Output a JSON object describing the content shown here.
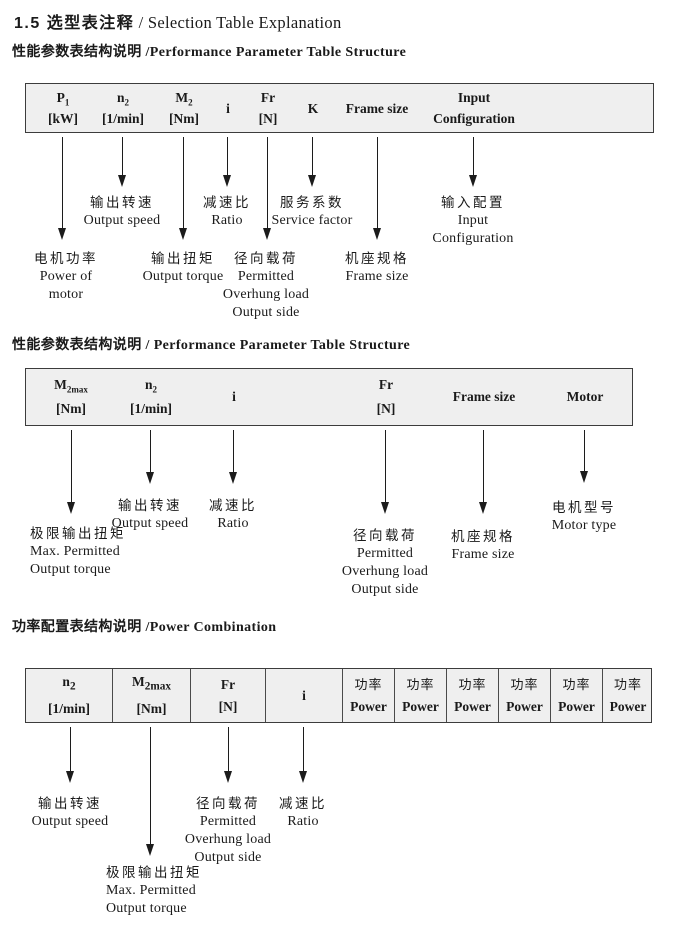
{
  "page": {
    "title_zh": "1.5 选型表注释",
    "title_en": " /  Selection Table Explanation"
  },
  "colors": {
    "table_fill": "#efefef",
    "table_border": "#3c3c3c",
    "text": "#1a1a1a"
  },
  "section1": {
    "heading": "性能参数表结构说明 /Performance Parameter Table Structure",
    "table": {
      "col_p1": {
        "sym": "P",
        "sub": "1",
        "unit": "[kW]"
      },
      "col_n2": {
        "sym": "n",
        "sub": "2",
        "unit": "[1/min]"
      },
      "col_m2": {
        "sym": "M",
        "sub": "2",
        "unit": "[Nm]"
      },
      "col_i": {
        "sym": "i"
      },
      "col_fr": {
        "sym": "Fr",
        "unit": "[N]"
      },
      "col_k": {
        "sym": "K"
      },
      "col_frame": {
        "sym": "Frame size"
      },
      "col_input": {
        "sym": "Input",
        "unit": "Configuration"
      }
    },
    "callouts": {
      "power_of_motor": [
        "电机功率",
        "Power of",
        "motor"
      ],
      "output_speed": [
        "输出转速",
        "Output speed"
      ],
      "output_torque": [
        "输出扭矩",
        "Output torque"
      ],
      "ratio": [
        "减速比",
        "Ratio"
      ],
      "overhung": [
        "径向载荷",
        "Permitted",
        "Overhung load",
        "Output side"
      ],
      "service_factor": [
        "服务系数",
        "Service factor"
      ],
      "frame_size": [
        "机座规格",
        "Frame size"
      ],
      "input_config": [
        "输入配置",
        "Input",
        "Configuration"
      ]
    }
  },
  "section2": {
    "heading": "性能参数表结构说明 / Performance Parameter Table Structure",
    "table": {
      "col_m2max": {
        "sym": "M",
        "sub": "2max",
        "unit": "[Nm]"
      },
      "col_n2": {
        "sym": "n",
        "sub": "2",
        "unit": "[1/min]"
      },
      "col_i": {
        "sym": "i"
      },
      "col_fr": {
        "sym": "Fr",
        "unit": "[N]"
      },
      "col_frame": {
        "sym": "Frame size"
      },
      "col_motor": {
        "sym": "Motor"
      }
    },
    "callouts": {
      "max_torque": [
        "极限输出扭矩",
        "Max. Permitted",
        "Output torque"
      ],
      "output_speed": [
        "输出转速",
        "Output speed"
      ],
      "ratio": [
        "减速比",
        "Ratio"
      ],
      "overhung": [
        "径向载荷",
        "Permitted",
        "Overhung load",
        "Output side"
      ],
      "frame_size": [
        "机座规格",
        "Frame size"
      ],
      "motor_type": [
        "电机型号",
        "Motor type"
      ]
    }
  },
  "section3": {
    "heading": "功率配置表结构说明 /Power Combination",
    "table": {
      "col_n2": {
        "sym": "n",
        "sub": "2",
        "unit": "[1/min]"
      },
      "col_m2max": {
        "sym": "M",
        "sub": "2max",
        "unit": "[Nm]"
      },
      "col_fr": {
        "sym": "Fr",
        "unit": "[N]"
      },
      "col_i": {
        "sym": "i"
      },
      "power_zh": "功率",
      "power_en": "Power"
    },
    "callouts": {
      "output_speed": [
        "输出转速",
        "Output speed"
      ],
      "max_torque": [
        "极限输出扭矩",
        "Max. Permitted",
        "Output torque"
      ],
      "overhung": [
        "径向载荷",
        "Permitted",
        "Overhung load",
        "Output side"
      ],
      "ratio": [
        "减速比",
        "Ratio"
      ]
    }
  }
}
